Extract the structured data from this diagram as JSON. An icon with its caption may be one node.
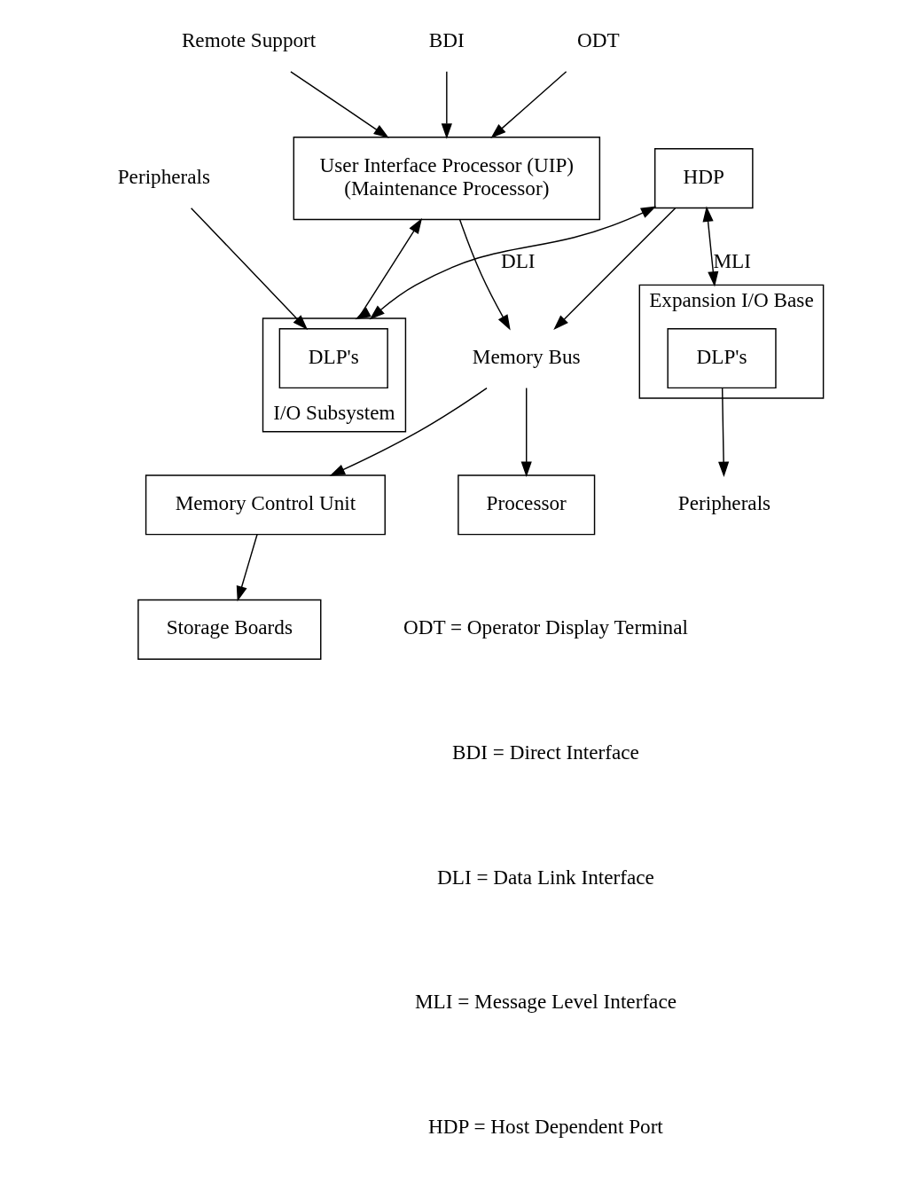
{
  "diagram": {
    "nodes": [
      {
        "text": [
          "Remote Support"
        ]
      },
      {
        "text": [
          "BDI"
        ]
      },
      {
        "text": [
          "ODT"
        ]
      },
      {
        "text": [
          "User Interface Processor (UIP)",
          "(Maintenance Processor)"
        ]
      },
      {
        "text": [
          "HDP"
        ]
      },
      {
        "text": [
          "Peripherals"
        ]
      },
      {
        "text": [
          "I/O Subsystem"
        ]
      },
      {
        "text": [
          "DLP's"
        ],
        "in": 6
      },
      {
        "text": [
          "Expansion I/O Base"
        ]
      },
      {
        "text": [
          "DLP's"
        ],
        "in": 8
      },
      {
        "text": [
          "Peripherals"
        ]
      },
      {
        "text": [
          "Processor"
        ]
      },
      {
        "text": [
          "Memory Control Unit"
        ]
      },
      {
        "text": [
          "Storage Boards"
        ]
      },
      {
        "text": [
          "Memory Bus"
        ]
      }
    ],
    "edges": [
      {
        "from": 0,
        "to": 3,
        "arrow": "to"
      },
      {
        "from": 2,
        "to": 3,
        "arrow": "to"
      },
      {
        "from": 1,
        "to": 3,
        "arrow": "to"
      },
      {
        "from": 3,
        "to": 6,
        "arrow": "both"
      },
      {
        "from": 5,
        "to": 7,
        "arrow": "to"
      },
      {
        "from": 4,
        "to": 6,
        "label": "DLI",
        "arrow": "both"
      },
      {
        "from": 4,
        "to": 8,
        "label": "MLI",
        "arrow": "both"
      },
      {
        "from": 9,
        "to": 10,
        "arrow": "to"
      },
      {
        "from": 3,
        "to": 14,
        "arrow": "to"
      },
      {
        "from": 4,
        "to": 14,
        "arrow": "to"
      },
      {
        "from": 14,
        "to": 11,
        "arrow": "to"
      },
      {
        "from": 14,
        "to": 12,
        "arrow": "to"
      },
      {
        "from": 12,
        "to": 13,
        "arrow": "to"
      }
    ],
    "labels": [
      "ODT = Operator Display Terminal",
      "BDI = Direct Interface",
      "DLI = Data Link Interface",
      "MLI = Message Level Interface",
      "HDP = Host Dependent Port"
    ]
  }
}
